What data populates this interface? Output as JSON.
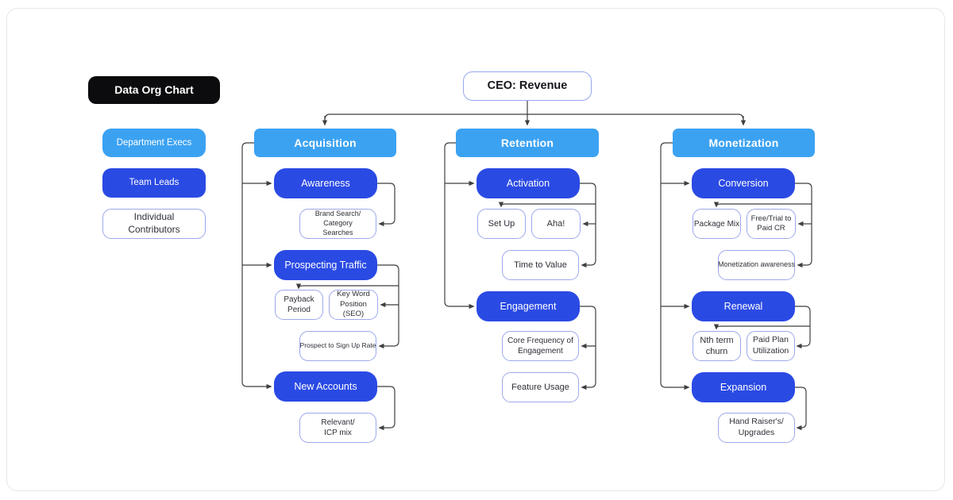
{
  "badge": {
    "label": "Data Org Chart"
  },
  "legend": {
    "department_execs": "Department Execs",
    "team_leads": "Team Leads",
    "individual_contributors": "Individual\nContributors"
  },
  "root": {
    "label": "CEO: Revenue"
  },
  "acquisition": {
    "header": "Acquisition",
    "awareness": "Awareness",
    "brand_search": "Brand Search/ Category\nSearches",
    "prospecting_traffic": "Prospecting Traffic",
    "payback_period": "Payback\nPeriod",
    "keyword_position": "Key Word\nPosition (SEO)",
    "prospect_signup_rate": "Prospect to Sign Up Rate",
    "new_accounts": "New Accounts",
    "relevant_icp_mix": "Relevant/\nICP mix"
  },
  "retention": {
    "header": "Retention",
    "activation": "Activation",
    "set_up": "Set Up",
    "aha": "Aha!",
    "time_to_value": "Time to Value",
    "engagement": "Engagement",
    "core_frequency": "Core Frequency of\nEngagement",
    "feature_usage": "Feature Usage"
  },
  "monetization": {
    "header": "Monetization",
    "conversion": "Conversion",
    "package_mix": "Package Mix",
    "free_trial_paid_cr": "Free/Trial to\nPaid CR",
    "monetization_awareness": "Monetization awareness",
    "renewal": "Renewal",
    "nth_term_churn": "Nth term\nchurn",
    "paid_plan_utilization": "Paid Plan\nUtilization",
    "expansion": "Expansion",
    "hand_raisers_upgrades": "Hand Raiser's/\nUpgrades"
  },
  "colors": {
    "exec_blue": "#3ba2f2",
    "lead_blue": "#2a4ae4",
    "node_border": "#9ca9ea",
    "root_border": "#96a7f0",
    "line": "#3f3f3f",
    "badge_bg": "#0c0c0e",
    "card_border": "#e7e7e7",
    "text_dark": "#2f3038"
  }
}
